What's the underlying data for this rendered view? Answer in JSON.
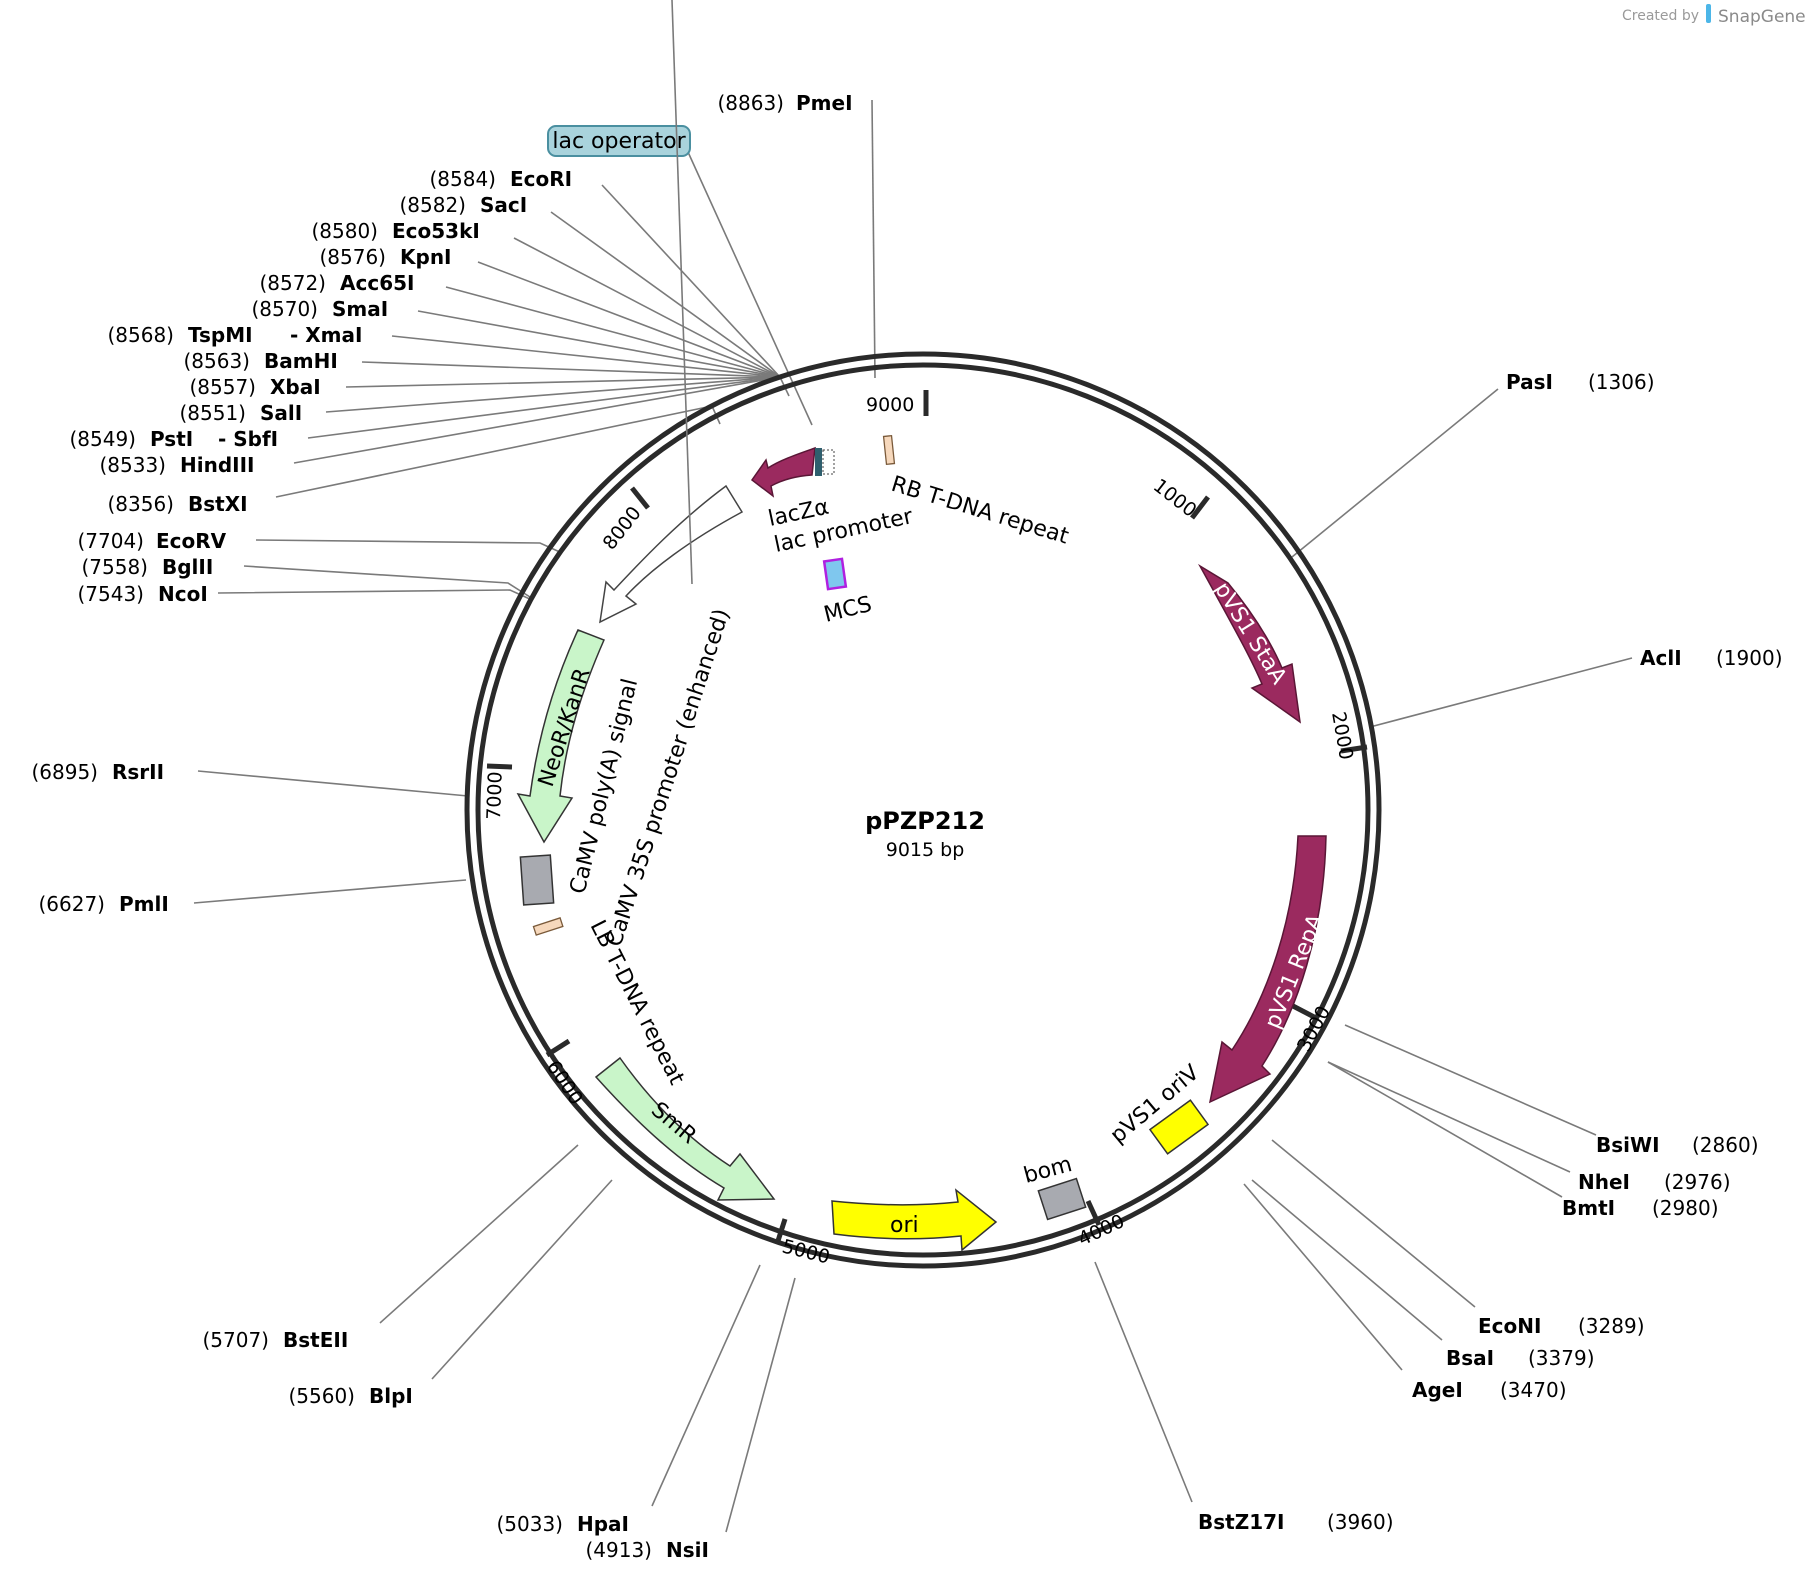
{
  "credit": {
    "created_by": "Created by",
    "brand": "SnapGene"
  },
  "plasmid": {
    "name": "pPZP212",
    "length": "9015 bp"
  },
  "ticks": [
    "9000",
    "1000",
    "2000",
    "3000",
    "4000",
    "5000",
    "6000",
    "7000",
    "8000"
  ],
  "sites": [
    {
      "name": "PmeI",
      "pos": "(8863)"
    },
    {
      "name": "EcoRI",
      "pos": "(8584)"
    },
    {
      "name": "SacI",
      "pos": "(8582)"
    },
    {
      "name": "Eco53kI",
      "pos": "(8580)"
    },
    {
      "name": "KpnI",
      "pos": "(8576)"
    },
    {
      "name": "Acc65I",
      "pos": "(8572)"
    },
    {
      "name": "SmaI",
      "pos": "(8570)"
    },
    {
      "name": "TspMI",
      "pos": "(8568)",
      "alt": "- XmaI"
    },
    {
      "name": "BamHI",
      "pos": "(8563)"
    },
    {
      "name": "XbaI",
      "pos": "(8557)"
    },
    {
      "name": "SalI",
      "pos": "(8551)"
    },
    {
      "name": "PstI",
      "pos": "(8549)",
      "alt": "- SbfI"
    },
    {
      "name": "HindIII",
      "pos": "(8533)"
    },
    {
      "name": "BstXI",
      "pos": "(8356)"
    },
    {
      "name": "EcoRV",
      "pos": "(7704)"
    },
    {
      "name": "BglII",
      "pos": "(7558)"
    },
    {
      "name": "NcoI",
      "pos": "(7543)"
    },
    {
      "name": "RsrII",
      "pos": "(6895)"
    },
    {
      "name": "PmlI",
      "pos": "(6627)"
    },
    {
      "name": "BstEII",
      "pos": "(5707)"
    },
    {
      "name": "BlpI",
      "pos": "(5560)"
    },
    {
      "name": "HpaI",
      "pos": "(5033)"
    },
    {
      "name": "NsiI",
      "pos": "(4913)"
    },
    {
      "name": "BstZ17I",
      "pos": "(3960)"
    },
    {
      "name": "AgeI",
      "pos": "(3470)"
    },
    {
      "name": "BsaI",
      "pos": "(3379)"
    },
    {
      "name": "EcoNI",
      "pos": "(3289)"
    },
    {
      "name": "BmtI",
      "pos": "(2980)"
    },
    {
      "name": "NheI",
      "pos": "(2976)"
    },
    {
      "name": "BsiWI",
      "pos": "(2860)"
    },
    {
      "name": "AclI",
      "pos": "(1900)"
    },
    {
      "name": "PasI",
      "pos": "(1306)"
    }
  ],
  "features": {
    "lac_operator": "lac operator",
    "lacz_alpha": "lacZα",
    "lac_promoter": "lac promoter",
    "rb_repeat": "RB T-DNA repeat",
    "mcs": "MCS",
    "pvs1_staa": "pVS1 StaA",
    "pvs1_repa": "pVS1 RepA",
    "pvs1_oriv": "pVS1 oriV",
    "bom": "bom",
    "ori": "ori",
    "smr": "SmR",
    "lb_repeat": "LB T-DNA repeat",
    "camv_35s": "CaMV 35S promoter (enhanced)",
    "camv_polya": "CaMV poly(A) signal",
    "neor_kanr": "NeoR/KanR"
  },
  "colors": {
    "backbone": "#2a2a2a",
    "maroon": "#9b2a5f",
    "green": "#c9f5c9",
    "yellow": "#ffff00",
    "grey": "#a8aab0",
    "peach": "#f6d8bc",
    "operator": "#a9d3dc",
    "mcs_fill": "#7fc7ee",
    "mcs_border": "#b020e0"
  }
}
